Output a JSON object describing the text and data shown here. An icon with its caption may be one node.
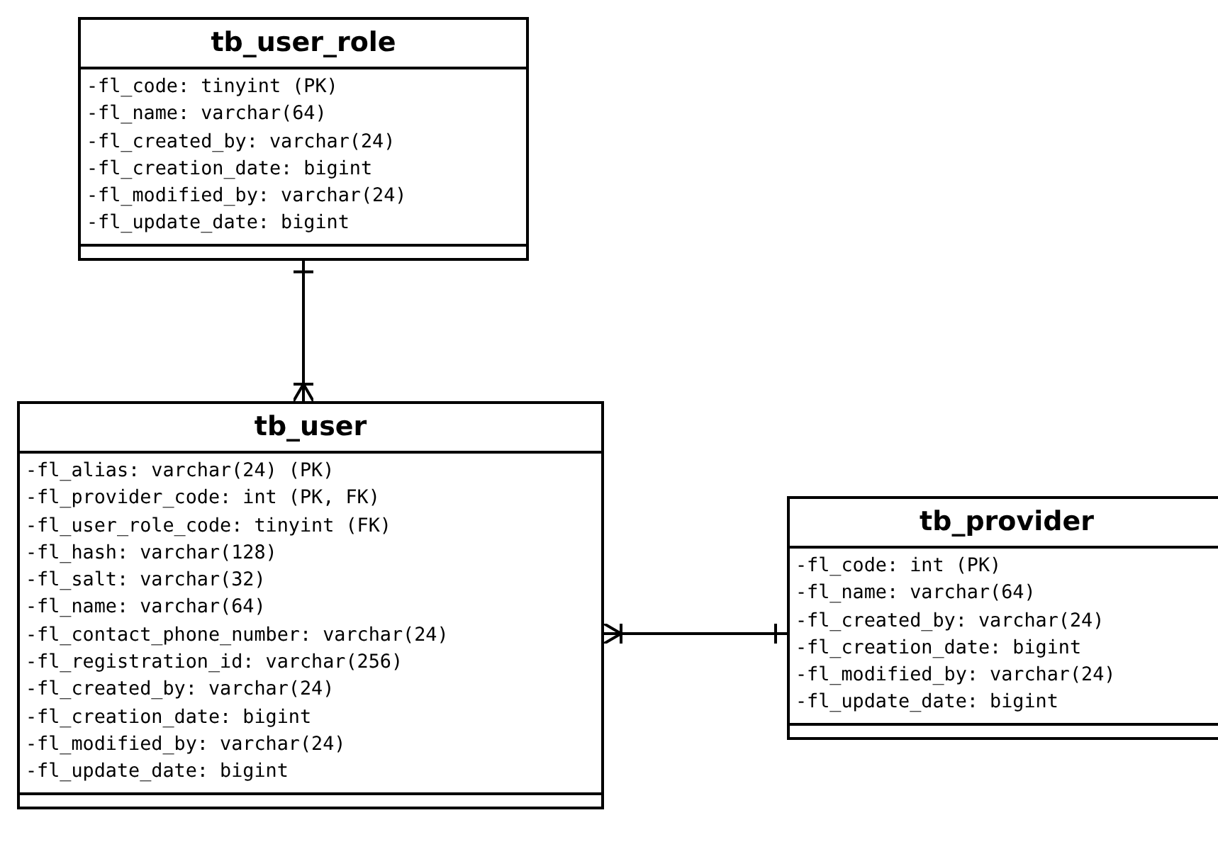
{
  "diagram": {
    "nodes": [
      {
        "text": [
          "tb_user_role",
          "-fl_code: tinyint (PK)",
          "-fl_name: varchar(64)",
          "-fl_created_by: varchar(24)",
          "-fl_creation_date: bigint",
          "-fl_modified_by: varchar(24)",
          "-fl_update_date: bigint"
        ]
      },
      {
        "text": [
          "tb_user",
          "-fl_alias: varchar(24) (PK)",
          "-fl_provider_code: int (PK, FK)",
          "-fl_user_role_code: tinyint (FK)",
          "-fl_hash: varchar(128)",
          "-fl_salt: varchar(32)",
          "-fl_name: varchar(64)",
          "-fl_contact_phone_number: varchar(24)",
          "-fl_registration_id: varchar(256)",
          "-fl_created_by: varchar(24)",
          "-fl_creation_date: bigint",
          "-fl_modified_by: varchar(24)",
          "-fl_update_date: bigint"
        ]
      },
      {
        "text": [
          "tb_provider",
          "-fl_code: int (PK)",
          "-fl_name: varchar(64)",
          "-fl_created_by: varchar(24)",
          "-fl_creation_date: bigint",
          "-fl_modified_by: varchar(24)",
          "-fl_update_date: bigint"
        ]
      }
    ],
    "edges": [
      {
        "from": 0,
        "to": 1,
        "arrow": "other"
      },
      {
        "from": 2,
        "to": 1,
        "arrow": "other"
      }
    ]
  }
}
